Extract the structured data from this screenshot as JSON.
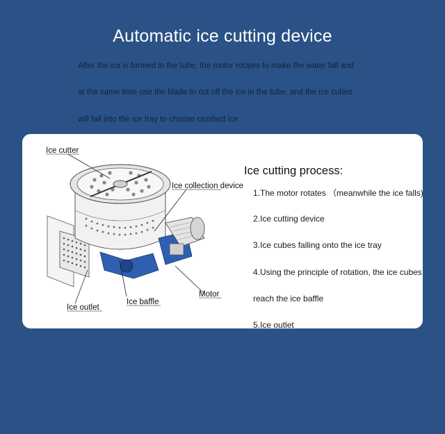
{
  "header": {
    "title": "Automatic ice cutting device",
    "intro_lines": [
      "After the ice is formed in the tube, the motor rotates to make the water fall and",
      "at the same time use the blade to cut off the ice in the tube, and the ice cubes",
      "will fall into the ice tray to choose crushed ice"
    ]
  },
  "diagram": {
    "labels": {
      "ice_cutter": "Ice cutter",
      "ice_collection_device": "Ice collection device",
      "motor": "Motor",
      "ice_baffle": "Ice baffle",
      "ice_outlet": "Ice outlet"
    }
  },
  "process": {
    "title": "Ice cutting process:",
    "steps": [
      "1.The motor rotates （meanwhile the ice falls)",
      "2.Ice cutting device",
      "3.Ice cubes falling onto the ice tray",
      "4.Using the principle of rotation, the ice cubes",
      "reach the ice baffle",
      "5.Ice outlet"
    ]
  },
  "colors": {
    "background": "#2b5286",
    "card": "#ffffff",
    "motor_blue": "#2f5fb0"
  }
}
